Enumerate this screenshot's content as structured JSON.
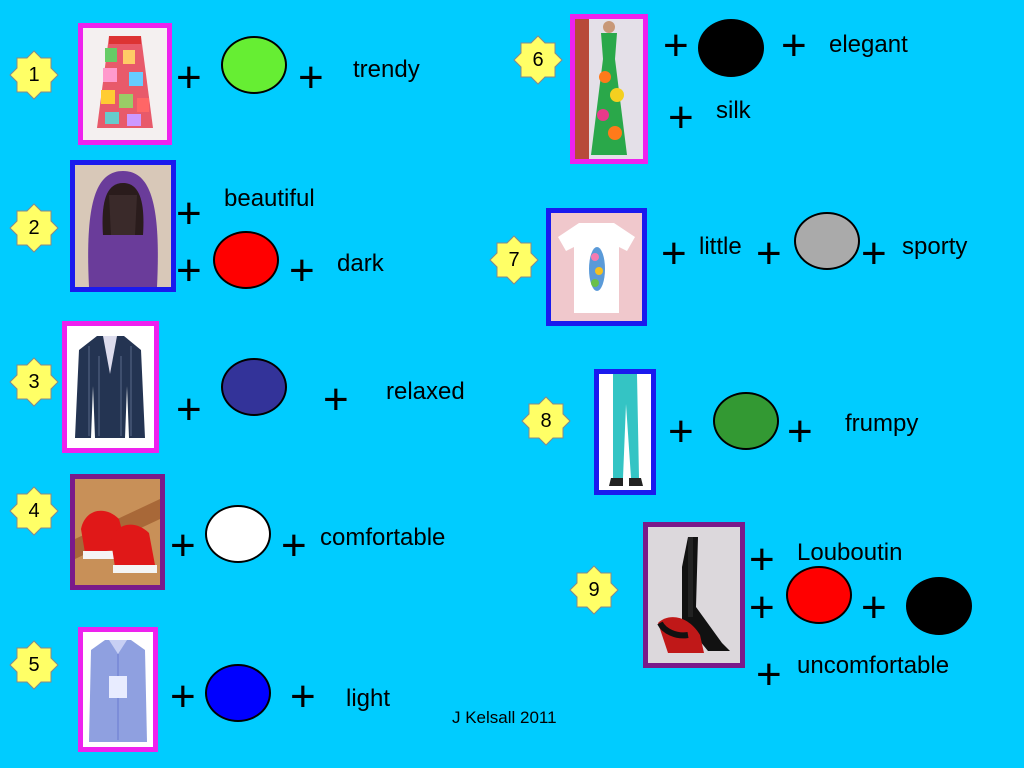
{
  "colors": {
    "background": "#00ccff",
    "star_fill": "#ffff66",
    "frame_magenta": "#ee22ee",
    "frame_blue": "#1a1aee",
    "frame_purple": "#7a1a8a"
  },
  "items": [
    {
      "number": "1",
      "garment": "patchwork-skirt",
      "colors": [
        "#66ee33"
      ],
      "words": [
        "trendy"
      ]
    },
    {
      "number": "2",
      "garment": "purple-hoodie",
      "colors": [
        "#ff0000"
      ],
      "words": [
        "beautiful",
        "dark"
      ]
    },
    {
      "number": "3",
      "garment": "pinstripe-jacket",
      "colors": [
        "#333399"
      ],
      "words": [
        "relaxed"
      ]
    },
    {
      "number": "4",
      "garment": "red-sneakers",
      "colors": [
        "#ffffff"
      ],
      "words": [
        "comfortable"
      ]
    },
    {
      "number": "5",
      "garment": "blue-shirt",
      "colors": [
        "#0000ff"
      ],
      "words": [
        "light"
      ]
    },
    {
      "number": "6",
      "garment": "floral-maxi-dress",
      "colors": [
        "#000000"
      ],
      "words": [
        "elegant",
        "silk"
      ]
    },
    {
      "number": "7",
      "garment": "white-tshirt",
      "colors": [
        "#aaaaaa"
      ],
      "words": [
        "little",
        "sporty"
      ]
    },
    {
      "number": "8",
      "garment": "turquoise-jeans",
      "colors": [
        "#339933"
      ],
      "words": [
        "frumpy"
      ]
    },
    {
      "number": "9",
      "garment": "louboutin-heels",
      "colors": [
        "#ff0000",
        "#000000"
      ],
      "words": [
        "Louboutin",
        "uncomfortable"
      ]
    }
  ],
  "plus_symbol": "+",
  "credit": "J Kelsall 2011"
}
